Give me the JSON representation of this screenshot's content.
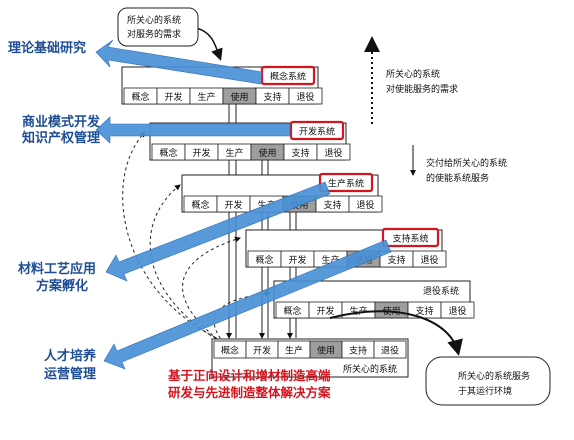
{
  "phases": [
    "概念",
    "开发",
    "生产",
    "使用",
    "支持",
    "退役"
  ],
  "top_box": {
    "line1": "所关心的系统",
    "line2": "对服务的需求"
  },
  "systems": [
    {
      "label": "概念系统"
    },
    {
      "label": "开发系统"
    },
    {
      "label": "生产系统"
    },
    {
      "label": "支持系统"
    },
    {
      "label": "退役系统"
    }
  ],
  "system_of_interest": "所关心的系统",
  "right_notes": {
    "up_line1": "所关心的系统",
    "up_line2": "对使能服务的需求",
    "down_line1": "交付给所关心的系统",
    "down_line2": "的使能系统服务"
  },
  "bottom_right": {
    "line1": "所关心的系统服务",
    "line2": "于其运行环境"
  },
  "left_labels": {
    "theory": "理论基础研究",
    "business_line1": "商业模式开发",
    "business_line2": "知识产权管理",
    "material_line1": "材料工艺应用",
    "material_line2": "方案孵化",
    "talent_line1": "人才培养",
    "talent_line2": "运营管理"
  },
  "red_caption": {
    "line1": "基于正向设计和增材制造高端",
    "line2": "研发与先进制造整体解决方案"
  },
  "colors": {
    "arrow_blue": "#4a90d6",
    "label_blue": "#1f4e96",
    "red": "#d4141e",
    "highlight": "#9e9e9e"
  }
}
